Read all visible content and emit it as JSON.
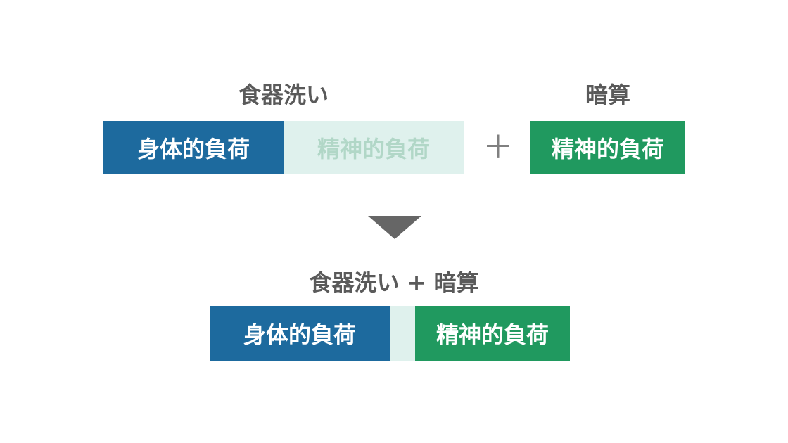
{
  "top": {
    "dishwashing": {
      "title": "食器洗い",
      "physical_label": "身体的負荷",
      "mental_label": "精神的負荷"
    },
    "plus_symbol": "＋",
    "mental_math": {
      "title": "暗算",
      "mental_label": "精神的負荷"
    }
  },
  "bottom": {
    "title": "食器洗い + 暗算",
    "physical_label": "身体的負荷",
    "mental_label": "精神的負荷"
  },
  "colors": {
    "physical": "#1d6a9e",
    "mental": "#20995f",
    "mental_faded_bg": "#dff1ed",
    "mental_faded_text": "#b1d7c7",
    "arrow": "#666666",
    "label_text": "#5a5a5a"
  },
  "icons": {
    "arrow": "down-triangle-icon",
    "plus": "plus-icon"
  }
}
